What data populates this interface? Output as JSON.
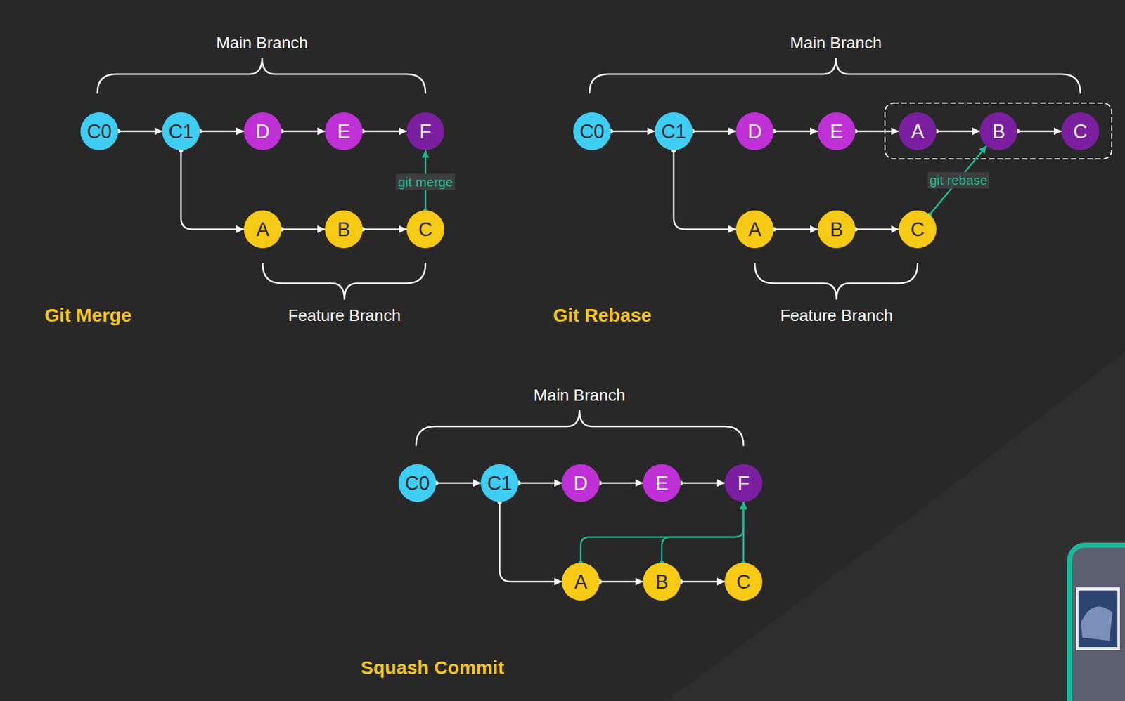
{
  "diagram": {
    "nodes": [
      {
        "text": [
          "Git Merge"
        ]
      },
      {
        "text": [
          "C0"
        ],
        "in": 0
      },
      {
        "text": [
          "C1"
        ],
        "in": 0
      },
      {
        "text": [
          "D"
        ],
        "in": 0
      },
      {
        "text": [
          "E"
        ],
        "in": 0
      },
      {
        "text": [
          "F"
        ],
        "in": 0
      },
      {
        "text": [
          "A"
        ],
        "in": 0
      },
      {
        "text": [
          "B"
        ],
        "in": 0
      },
      {
        "text": [
          "C"
        ],
        "in": 0
      },
      {
        "text": [
          "Git Rebase"
        ]
      },
      {
        "text": [
          "C0"
        ],
        "in": 9
      },
      {
        "text": [
          "C1"
        ],
        "in": 9
      },
      {
        "text": [
          "D"
        ],
        "in": 9
      },
      {
        "text": [
          "E"
        ],
        "in": 9
      },
      {
        "text": [
          "A"
        ],
        "in": 9
      },
      {
        "text": [
          "B"
        ],
        "in": 9
      },
      {
        "text": [
          "C"
        ],
        "in": 9
      },
      {
        "text": [
          "A"
        ],
        "in": 9
      },
      {
        "text": [
          "B"
        ],
        "in": 9
      },
      {
        "text": [
          "C"
        ],
        "in": 9
      },
      {
        "text": [
          "Squash Commit"
        ]
      },
      {
        "text": [
          "C0"
        ],
        "in": 20
      },
      {
        "text": [
          "C1"
        ],
        "in": 20
      },
      {
        "text": [
          "D"
        ],
        "in": 20
      },
      {
        "text": [
          "E"
        ],
        "in": 20
      },
      {
        "text": [
          "F"
        ],
        "in": 20
      },
      {
        "text": [
          "A"
        ],
        "in": 20
      },
      {
        "text": [
          "B"
        ],
        "in": 20
      },
      {
        "text": [
          "C"
        ],
        "in": 20
      }
    ],
    "edges": [
      {
        "from": 1,
        "to": 2,
        "arrow": "to"
      },
      {
        "from": 2,
        "to": 3,
        "arrow": "to"
      },
      {
        "from": 3,
        "to": 4,
        "arrow": "to"
      },
      {
        "from": 4,
        "to": 5,
        "arrow": "to"
      },
      {
        "from": 2,
        "to": 6,
        "arrow": "to"
      },
      {
        "from": 6,
        "to": 7,
        "arrow": "to"
      },
      {
        "from": 7,
        "to": 8,
        "arrow": "to"
      },
      {
        "from": 8,
        "to": 5,
        "label": "git merge",
        "arrow": "to"
      },
      {
        "from": 10,
        "to": 11,
        "arrow": "to"
      },
      {
        "from": 11,
        "to": 12,
        "arrow": "to"
      },
      {
        "from": 12,
        "to": 13,
        "arrow": "to"
      },
      {
        "from": 13,
        "to": 14,
        "arrow": "to"
      },
      {
        "from": 14,
        "to": 15,
        "arrow": "to"
      },
      {
        "from": 15,
        "to": 16,
        "arrow": "to"
      },
      {
        "from": 11,
        "to": 17,
        "arrow": "to"
      },
      {
        "from": 17,
        "to": 18,
        "arrow": "to"
      },
      {
        "from": 18,
        "to": 19,
        "arrow": "to"
      },
      {
        "from": 19,
        "to": 15,
        "label": "git rebase",
        "arrow": "to"
      },
      {
        "from": 21,
        "to": 22,
        "arrow": "to"
      },
      {
        "from": 22,
        "to": 23,
        "arrow": "to"
      },
      {
        "from": 23,
        "to": 24,
        "arrow": "to"
      },
      {
        "from": 24,
        "to": 25,
        "arrow": "to"
      },
      {
        "from": 22,
        "to": 26,
        "arrow": "to"
      },
      {
        "from": 26,
        "to": 27,
        "arrow": "to"
      },
      {
        "from": 27,
        "to": 28,
        "arrow": "to"
      },
      {
        "from": 26,
        "to": 25,
        "arrow": "to"
      },
      {
        "from": 27,
        "to": 25,
        "arrow": "to"
      },
      {
        "from": 28,
        "to": 25,
        "arrow": "to"
      }
    ],
    "labels": [
      "Main Branch",
      "Feature Branch",
      "Main Branch",
      "Feature Branch",
      "Main Branch"
    ]
  }
}
